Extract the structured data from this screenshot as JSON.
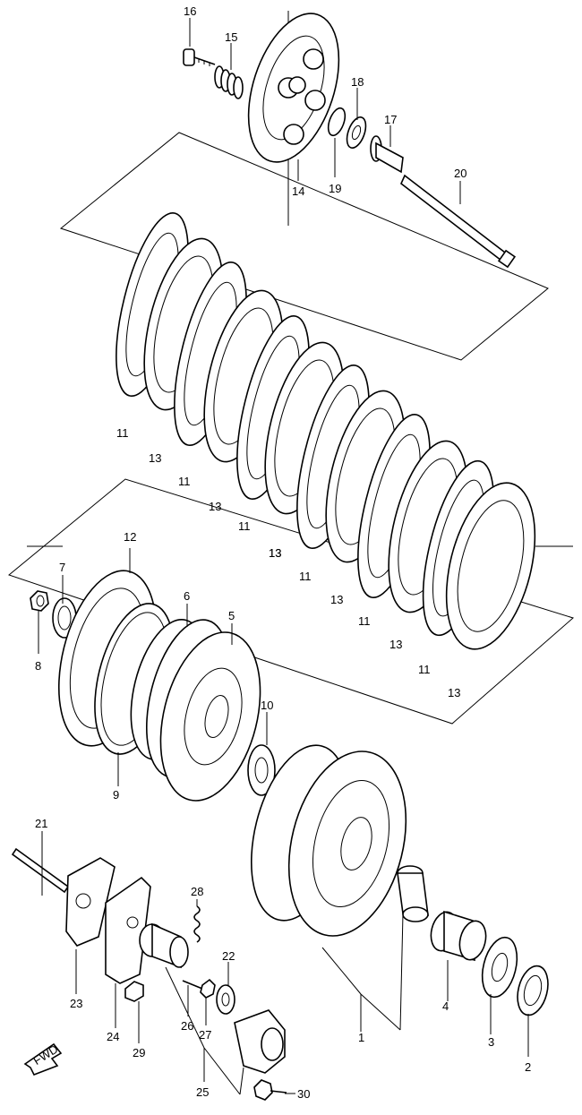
{
  "callouts": [
    {
      "id": "16",
      "text": "16"
    },
    {
      "id": "15",
      "text": "15"
    },
    {
      "id": "18",
      "text": "18"
    },
    {
      "id": "17",
      "text": "17"
    },
    {
      "id": "19",
      "text": "19"
    },
    {
      "id": "14",
      "text": "14"
    },
    {
      "id": "20",
      "text": "20"
    },
    {
      "id": "11",
      "text": "11"
    },
    {
      "id": "13",
      "text": "13"
    },
    {
      "id": "12",
      "text": "12"
    },
    {
      "id": "7",
      "text": "7"
    },
    {
      "id": "8",
      "text": "8"
    },
    {
      "id": "6",
      "text": "6"
    },
    {
      "id": "5",
      "text": "5"
    },
    {
      "id": "9",
      "text": "9"
    },
    {
      "id": "10",
      "text": "10"
    },
    {
      "id": "21",
      "text": "21"
    },
    {
      "id": "28",
      "text": "28"
    },
    {
      "id": "22",
      "text": "22"
    },
    {
      "id": "23",
      "text": "23"
    },
    {
      "id": "24",
      "text": "24"
    },
    {
      "id": "26",
      "text": "26"
    },
    {
      "id": "27",
      "text": "27"
    },
    {
      "id": "29",
      "text": "29"
    },
    {
      "id": "25",
      "text": "25"
    },
    {
      "id": "30",
      "text": "30"
    },
    {
      "id": "1",
      "text": "1"
    },
    {
      "id": "4",
      "text": "4"
    },
    {
      "id": "3",
      "text": "3"
    },
    {
      "id": "2",
      "text": "2"
    }
  ],
  "fwd_label": "FWD"
}
